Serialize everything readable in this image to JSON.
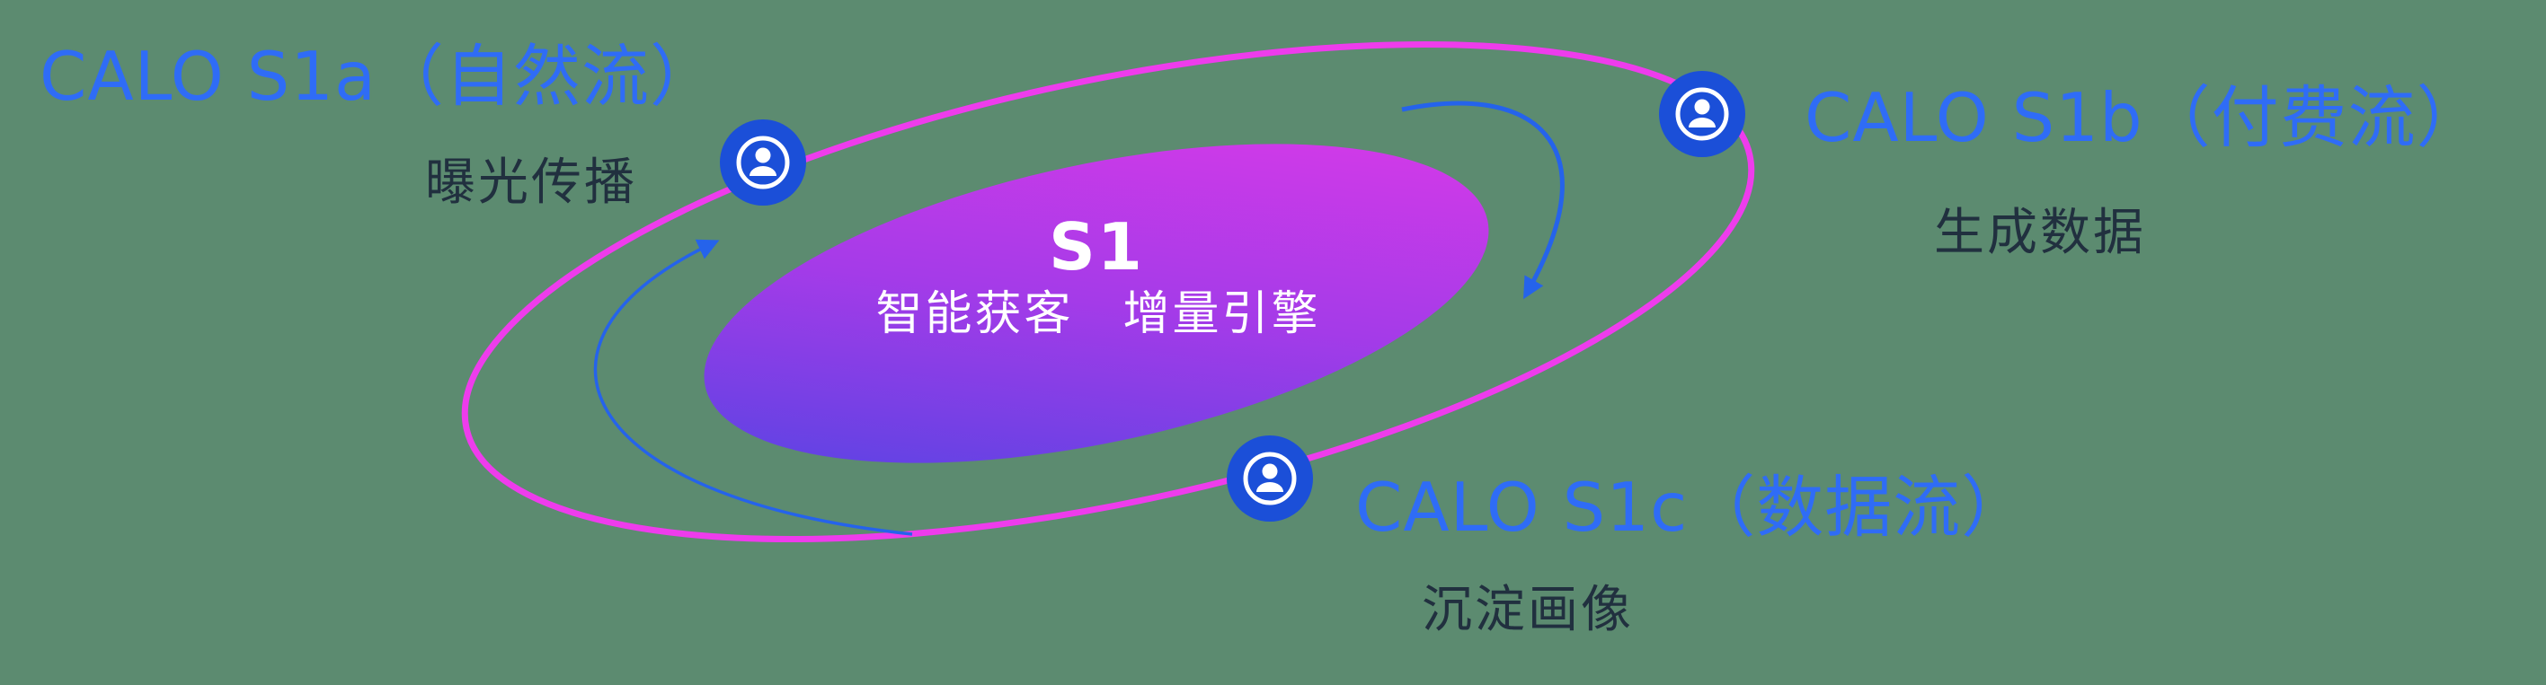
{
  "colors": {
    "background": "#5c8b70",
    "orbit_ring": "#ee3cec",
    "gradient_start": "#4b45e2",
    "gradient_mid": "#a43be8",
    "gradient_end": "#e03ae8",
    "label_blue": "#2f6cf6",
    "label_dark": "#21303f",
    "icon_blue": "#1b4fd8",
    "arrow_blue": "#2563eb",
    "center_text": "#ffffff"
  },
  "center": {
    "title": "S1",
    "subtitle": "智能获客　增量引擎"
  },
  "nodes": [
    {
      "id": "s1a",
      "title": "CALO S1a（自然流）",
      "subtitle": "曝光传播",
      "icon": "user-icon"
    },
    {
      "id": "s1b",
      "title": "CALO S1b（付费流）",
      "subtitle": "生成数据",
      "icon": "user-icon"
    },
    {
      "id": "s1c",
      "title": "CALO S1c（数据流）",
      "subtitle": "沉淀画像",
      "icon": "user-icon"
    }
  ]
}
